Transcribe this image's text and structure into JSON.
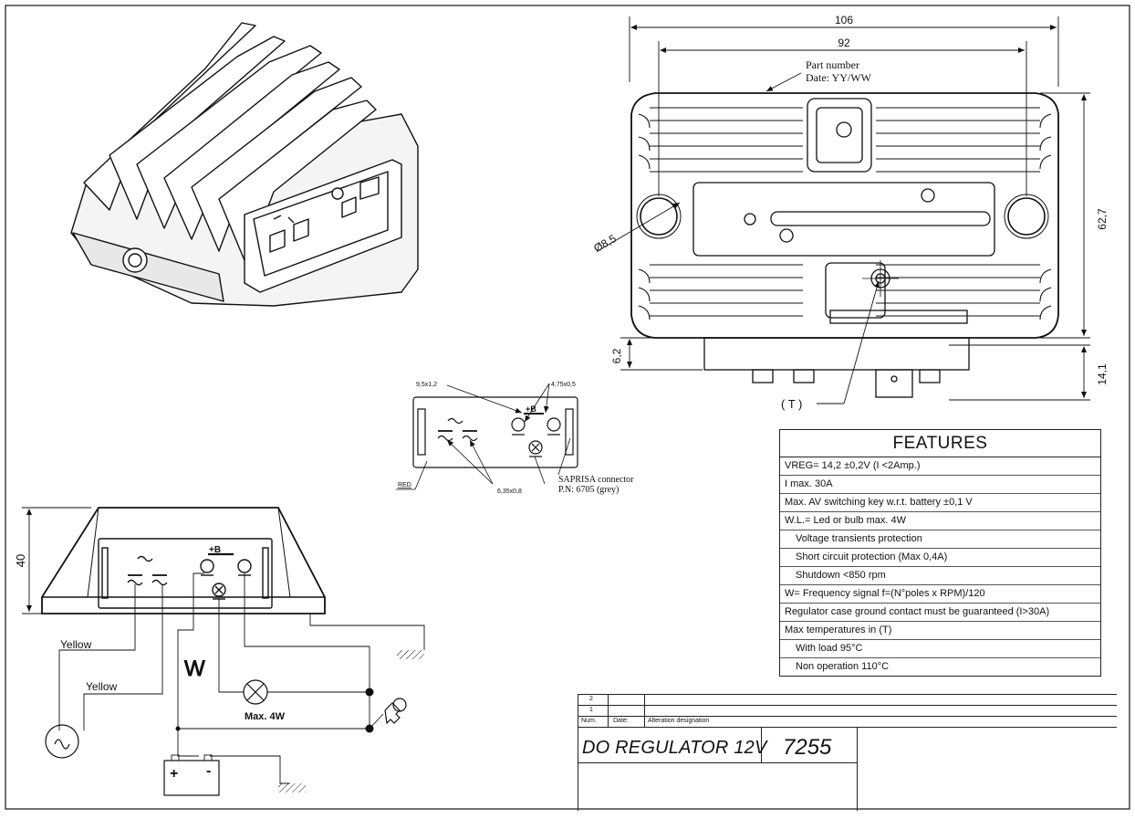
{
  "dimensions": {
    "width_106": "106",
    "width_92": "92",
    "height_62_7": "62,7",
    "height_6_2": "6,2",
    "height_14_1": "14,1",
    "height_40": "40",
    "hole_diameter": "Ø8,5"
  },
  "annotations": {
    "part_number": "Part number",
    "date_format": "Date: YY/WW",
    "t_point": "( T )"
  },
  "connector": {
    "terminal_9_5": "9,5x1,2",
    "terminal_4_75": "4,75x0,5",
    "terminal_6_35": "6,35x0,8",
    "red_label": "RED",
    "plus_b": "+B",
    "saprisa": "SAPRISA connector",
    "pn": "P.N: 6705 (grey)"
  },
  "wiring": {
    "yellow_1": "Yellow",
    "yellow_2": "Yellow",
    "w_label": "W",
    "lamp_label": "Max. 4W",
    "battery_plus": "+",
    "battery_minus": "-",
    "plus_b": "+B"
  },
  "features": {
    "title": "FEATURES",
    "rows": [
      {
        "text": "VREG= 14,2 ±0,2V (I <2Amp.)",
        "indent": false
      },
      {
        "text": "I max. 30A",
        "indent": false
      },
      {
        "text": "Max. AV switching key w.r.t. battery  ±0,1 V",
        "indent": false
      },
      {
        "text": "W.L.= Led or bulb max. 4W",
        "indent": false
      },
      {
        "text": "Voltage transients protection",
        "indent": true
      },
      {
        "text": "Short circuit protection (Max 0,4A)",
        "indent": true
      },
      {
        "text": "Shutdown <850 rpm",
        "indent": true
      },
      {
        "text": "W= Frequency signal f=(N°poles x RPM)/120",
        "indent": false
      },
      {
        "text": "Regulator case ground contact must be guaranteed (I>30A)",
        "indent": false
      },
      {
        "text": "Max temperatures in (T)",
        "indent": false
      },
      {
        "text": "With load 95°C",
        "indent": true
      },
      {
        "text": "Non operation 110°C",
        "indent": true
      }
    ]
  },
  "title_block": {
    "rev_2": "2",
    "rev_1": "1",
    "num_label": "Num.",
    "date_label": "Date:",
    "alteration_label": "Alteration designation",
    "title": "DO REGULATOR 12V",
    "code": "7255"
  },
  "colors": {
    "line": "#111111",
    "paper": "#ffffff"
  }
}
